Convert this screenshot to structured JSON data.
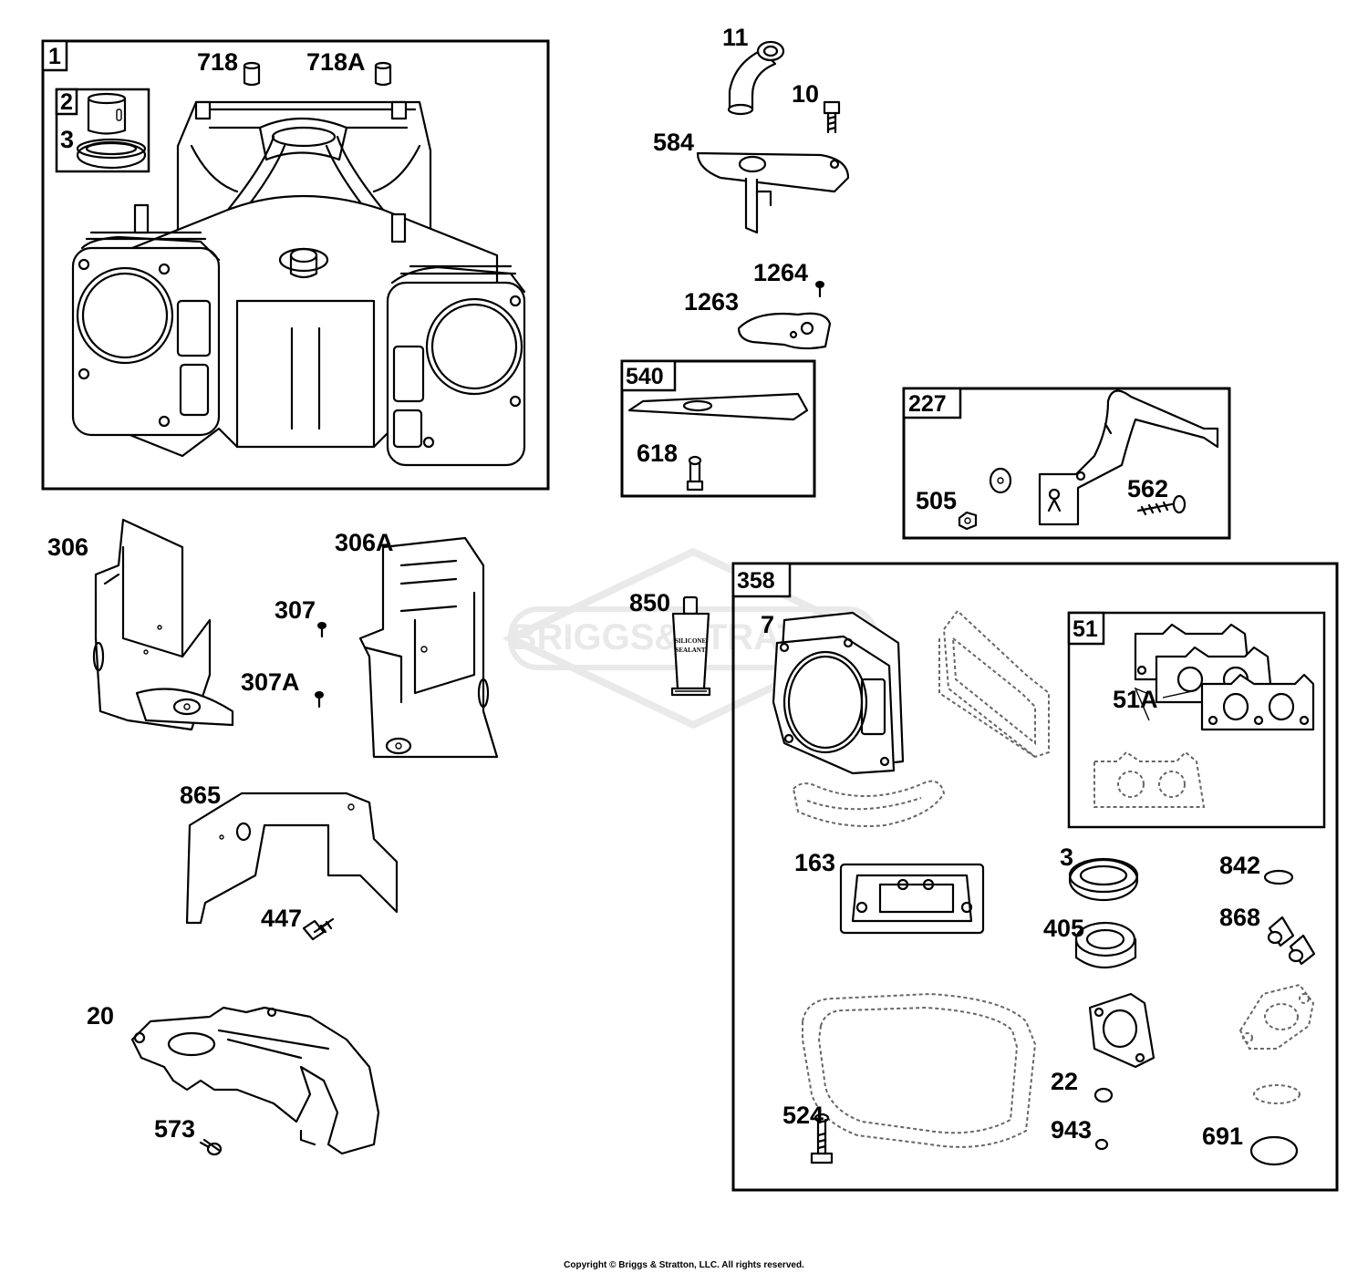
{
  "watermark": {
    "text": "BRIGGS&STRATTON"
  },
  "sealant_tube_text": [
    "SILICONE",
    "SEALANT"
  ],
  "copyright": "Copyright © Briggs & Stratton, LLC. All rights reserved.",
  "boxes": [
    {
      "id": "box-1",
      "label": "1"
    },
    {
      "id": "box-2",
      "label": "2"
    },
    {
      "id": "box-540",
      "label": "540"
    },
    {
      "id": "box-227",
      "label": "227"
    },
    {
      "id": "box-358",
      "label": "358"
    },
    {
      "id": "box-51",
      "label": "51"
    }
  ],
  "callouts": [
    "718",
    "718A",
    "3",
    "11",
    "10",
    "584",
    "1264",
    "1263",
    "618",
    "505",
    "562",
    "306",
    "306A",
    "307",
    "307A",
    "850",
    "7",
    "51A",
    "865",
    "447",
    "163",
    "3",
    "842",
    "868",
    "20",
    "573",
    "405",
    "524",
    "691",
    "22",
    "943"
  ]
}
